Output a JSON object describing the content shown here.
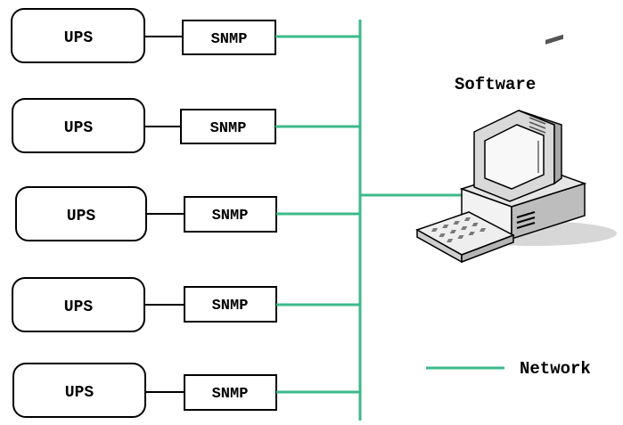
{
  "diagram": {
    "computer_label": "Software",
    "legend_label": "Network",
    "network_color": "#3cb98a",
    "ups_label": "UPS",
    "snmp_label": "SNMP",
    "rows": [
      {
        "ups": "UPS",
        "snmp": "SNMP"
      },
      {
        "ups": "UPS",
        "snmp": "SNMP"
      },
      {
        "ups": "UPS",
        "snmp": "SNMP"
      },
      {
        "ups": "UPS",
        "snmp": "SNMP"
      },
      {
        "ups": "UPS",
        "snmp": "SNMP"
      }
    ],
    "icons": {
      "computer": "desktop-computer-icon"
    }
  }
}
